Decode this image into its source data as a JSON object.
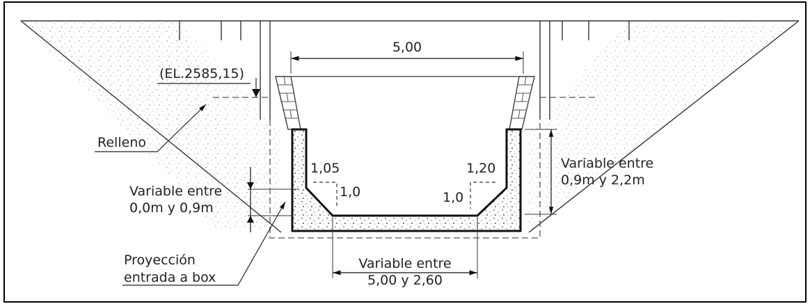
{
  "drawing": {
    "top_width": "5,00",
    "elevation": "(EL.2585,15)",
    "fill_label": "Relleno",
    "left_height": {
      "line1": "Variable entre",
      "line2": "0,0m  y  0,9m"
    },
    "right_height": {
      "line1": "Variable entre",
      "line2": "0,9m  y  2,2m"
    },
    "bottom_width": {
      "line1": "Variable entre",
      "line2": "5,00  y  2,60"
    },
    "projection": {
      "line1": "Proyección",
      "line2": "entrada a box"
    },
    "left_slope": {
      "h": "1,05",
      "v": "1,0"
    },
    "right_slope": {
      "h": "1,20",
      "v": "1,0"
    }
  }
}
